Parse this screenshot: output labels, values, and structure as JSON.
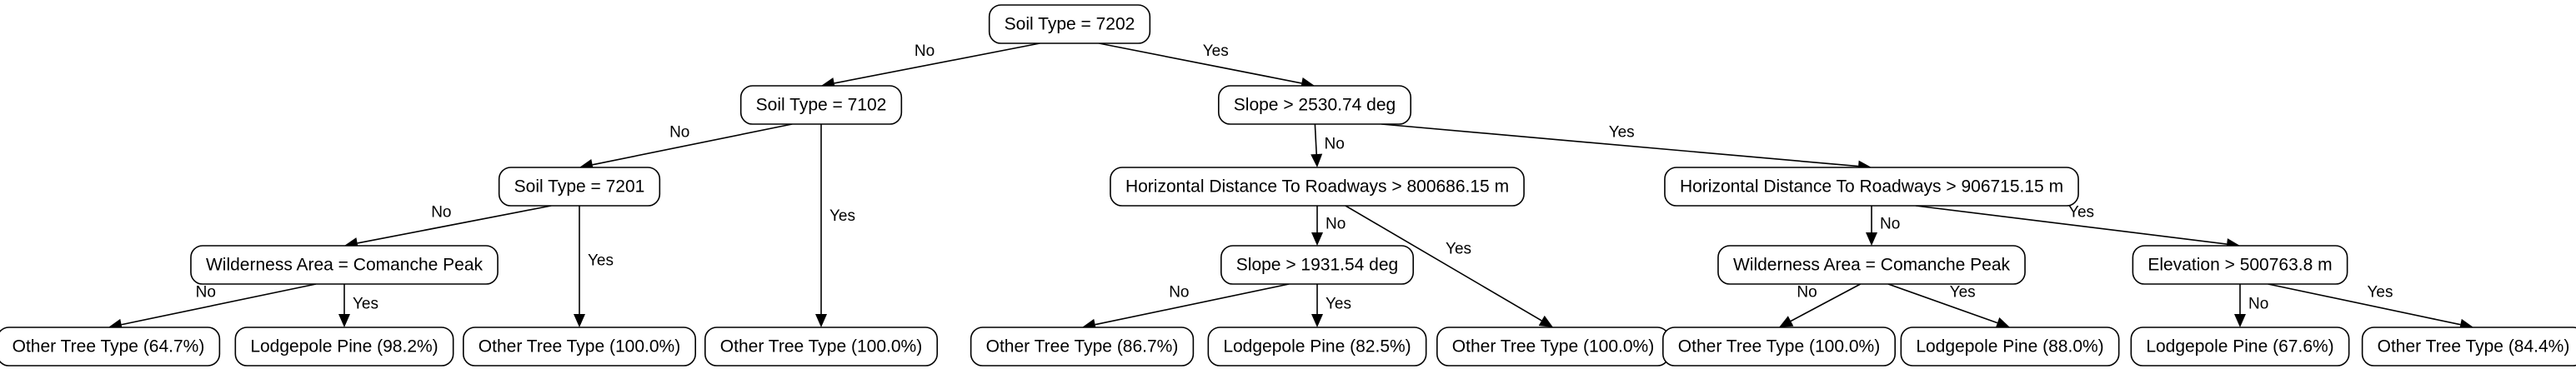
{
  "nodes": [
    {
      "id": "n1",
      "label": "Soil Type = 7202"
    },
    {
      "id": "n2",
      "label": "Soil Type = 7102"
    },
    {
      "id": "n3",
      "label": "Slope > 2530.74 deg"
    },
    {
      "id": "n4",
      "label": "Soil Type = 7201"
    },
    {
      "id": "n5",
      "label": "Horizontal Distance To Roadways > 800686.15 m"
    },
    {
      "id": "n6",
      "label": "Horizontal Distance To Roadways > 906715.15 m"
    },
    {
      "id": "n7",
      "label": "Wilderness Area = Comanche Peak"
    },
    {
      "id": "n8",
      "label": "Slope > 1931.54 deg"
    },
    {
      "id": "n9",
      "label": "Wilderness Area = Comanche Peak"
    },
    {
      "id": "n10",
      "label": "Elevation > 500763.8 m"
    },
    {
      "id": "l1",
      "label": "Other Tree Type (64.7%)"
    },
    {
      "id": "l2",
      "label": "Lodgepole Pine (98.2%)"
    },
    {
      "id": "l3",
      "label": "Other Tree Type (100.0%)"
    },
    {
      "id": "l4",
      "label": "Other Tree Type (100.0%)"
    },
    {
      "id": "l5",
      "label": "Other Tree Type (86.7%)"
    },
    {
      "id": "l6",
      "label": "Lodgepole Pine (82.5%)"
    },
    {
      "id": "l7",
      "label": "Other Tree Type (100.0%)"
    },
    {
      "id": "l8",
      "label": "Other Tree Type (100.0%)"
    },
    {
      "id": "l9",
      "label": "Lodgepole Pine (88.0%)"
    },
    {
      "id": "l10",
      "label": "Lodgepole Pine (67.6%)"
    },
    {
      "id": "l11",
      "label": "Other Tree Type (84.4%)"
    }
  ],
  "edges": [
    {
      "id": "e1",
      "from": "n1",
      "to": "n2",
      "label": "No"
    },
    {
      "id": "e2",
      "from": "n1",
      "to": "n3",
      "label": "Yes"
    },
    {
      "id": "e3",
      "from": "n2",
      "to": "n4",
      "label": "No"
    },
    {
      "id": "e4",
      "from": "n2",
      "to": "l4",
      "label": "Yes"
    },
    {
      "id": "e5",
      "from": "n4",
      "to": "n7",
      "label": "No"
    },
    {
      "id": "e6",
      "from": "n4",
      "to": "l3",
      "label": "Yes"
    },
    {
      "id": "e7",
      "from": "n7",
      "to": "l1",
      "label": "No"
    },
    {
      "id": "e8",
      "from": "n7",
      "to": "l2",
      "label": "Yes"
    },
    {
      "id": "e9",
      "from": "n3",
      "to": "n5",
      "label": "No"
    },
    {
      "id": "e10",
      "from": "n3",
      "to": "n6",
      "label": "Yes"
    },
    {
      "id": "e11",
      "from": "n5",
      "to": "n8",
      "label": "No"
    },
    {
      "id": "e12",
      "from": "n5",
      "to": "l7",
      "label": "Yes"
    },
    {
      "id": "e13",
      "from": "n8",
      "to": "l5",
      "label": "No"
    },
    {
      "id": "e14",
      "from": "n8",
      "to": "l6",
      "label": "Yes"
    },
    {
      "id": "e15",
      "from": "n6",
      "to": "n9",
      "label": "No"
    },
    {
      "id": "e16",
      "from": "n6",
      "to": "n10",
      "label": "Yes"
    },
    {
      "id": "e17",
      "from": "n9",
      "to": "l8",
      "label": "No"
    },
    {
      "id": "e18",
      "from": "n9",
      "to": "l9",
      "label": "Yes"
    },
    {
      "id": "e19",
      "from": "n10",
      "to": "l10",
      "label": "No"
    },
    {
      "id": "e20",
      "from": "n10",
      "to": "l11",
      "label": "Yes"
    }
  ]
}
